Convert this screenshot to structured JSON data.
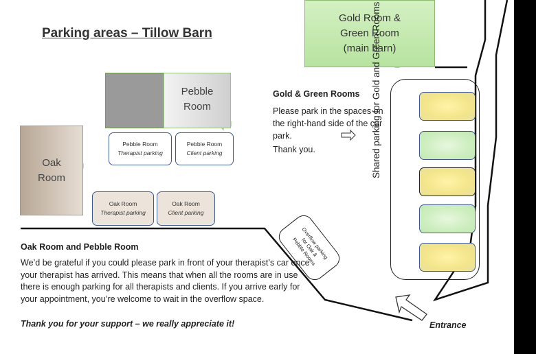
{
  "title": "Parking areas – Tillow Barn",
  "rooms": {
    "gold_green": "Gold Room &\nGreen Room\n(main barn)",
    "pebble": "Pebble\nRoom",
    "oak": "Oak\nRoom"
  },
  "spaces": {
    "pebble_therapist": {
      "name": "Pebble Room",
      "sub": "Therapist parking"
    },
    "pebble_client": {
      "name": "Pebble Room",
      "sub": "Client parking"
    },
    "oak_therapist": {
      "name": "Oak Room",
      "sub": "Therapist parking"
    },
    "oak_client": {
      "name": "Oak Room",
      "sub": "Client parking"
    }
  },
  "shared_label": "Shared parking for Gold and Green Rooms",
  "gold_green_note": {
    "heading": "Gold & Green Rooms",
    "body": "Please park in the spaces on the right-hand side of the car park.",
    "thanks": "Thank you."
  },
  "oak_pebble_note": {
    "heading": "Oak Room and Pebble Room",
    "body": "We’d be grateful if you could please park in front of your therapist’s car once your therapist has arrived. This means that when all the rooms are in use there is enough parking for all therapists and clients. If you arrive early for your appointment, you’re welcome to wait in the overflow space.",
    "support": "Thank you for your support – we really appreciate it!"
  },
  "overflow": "Overflow parking\nfor Oak &\nPebble Rooms",
  "entrance": "Entrance",
  "colors": {
    "slot_yellow": "#f3e58b",
    "slot_green": "#cdeebf",
    "slot_border": "#3d5a8a",
    "arrow": "#9bc08a"
  },
  "icons": [
    "arrow-up-icon",
    "arrow-left-icon",
    "arrow-right-icon",
    "entrance-arrow-icon"
  ]
}
